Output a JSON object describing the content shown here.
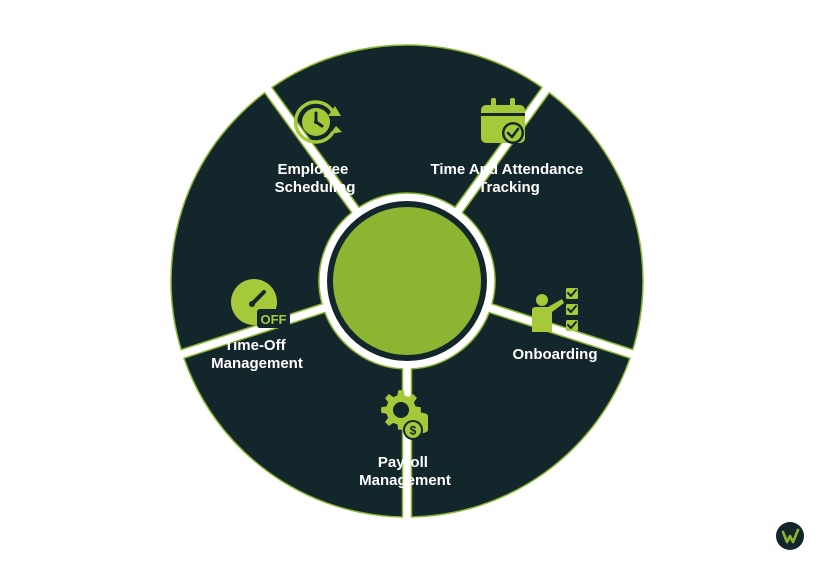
{
  "diagram": {
    "colors": {
      "segment_fill": "#13262b",
      "segment_outline": "#8cb532",
      "hub_fill": "#8cb532",
      "hub_ring": "#13262b",
      "icon": "#a6c93a",
      "label": "#ffffff",
      "background": "#ffffff"
    },
    "segments": [
      {
        "id": "employee-scheduling",
        "icon": "clock-refresh-icon",
        "label_lines": [
          "Employee",
          "Scheduling"
        ]
      },
      {
        "id": "time-attendance",
        "icon": "calendar-check-icon",
        "label_lines": [
          "Time And Attendance",
          "Tracking"
        ]
      },
      {
        "id": "onboarding",
        "icon": "checklist-person-icon",
        "label_lines": [
          "Onboarding"
        ]
      },
      {
        "id": "payroll",
        "icon": "gear-coins-icon",
        "label_lines": [
          "Payroll",
          "Management"
        ]
      },
      {
        "id": "time-off",
        "icon": "gauge-off-icon",
        "label_lines": [
          "Time-Off",
          "Management"
        ]
      }
    ],
    "icon_text": {
      "off": "OFF",
      "dollar": "$"
    }
  },
  "brand": {
    "logo": "brand-logo-icon"
  }
}
